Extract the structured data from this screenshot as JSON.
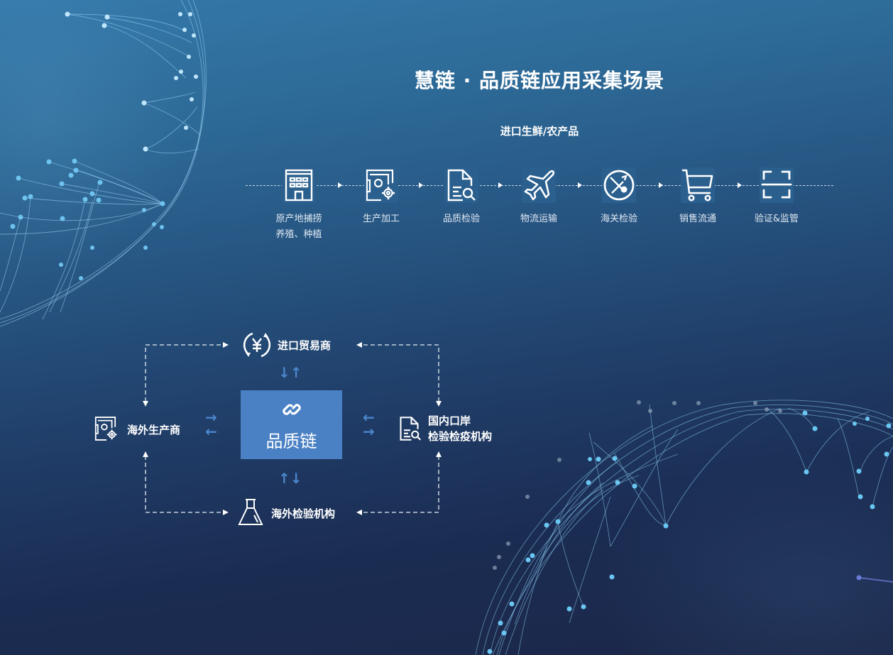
{
  "header": {
    "title": "慧链 · 品质链应用采集场景",
    "subtitle": "进口生鲜/农产品"
  },
  "flow": {
    "steps": [
      {
        "icon": "building-icon",
        "label_line1": "原产地捕捞",
        "label_line2": "养殖、种植"
      },
      {
        "icon": "factory-gear-icon",
        "label_line1": "生产加工",
        "label_line2": ""
      },
      {
        "icon": "document-search-icon",
        "label_line1": "品质检验",
        "label_line2": ""
      },
      {
        "icon": "airplane-icon",
        "label_line1": "物流运输",
        "label_line2": ""
      },
      {
        "icon": "customs-inspection-icon",
        "label_line1": "海关检验",
        "label_line2": ""
      },
      {
        "icon": "shopping-cart-icon",
        "label_line1": "销售流通",
        "label_line2": ""
      },
      {
        "icon": "scan-icon",
        "label_line1": "验证&监管",
        "label_line2": ""
      }
    ]
  },
  "diagram": {
    "core": {
      "icon": "link-icon",
      "label": "品质链"
    },
    "nodes": {
      "top": {
        "icon": "yuan-exchange-icon",
        "label": "进口贸易商"
      },
      "left": {
        "icon": "factory-gear-icon",
        "label": "海外生产商"
      },
      "right": {
        "icon": "document-search-icon",
        "label_line1": "国内口岸",
        "label_line2": "检验检疫机构"
      },
      "bottom": {
        "icon": "flask-icon",
        "label": "海外检验机构"
      }
    },
    "arrows": {
      "top": "↓↑",
      "bottom": "↑↓",
      "left_top": "→",
      "left_bottom": "←",
      "right_top": "←",
      "right_bottom": "→"
    }
  },
  "colors": {
    "bg_top": "#3479aa",
    "bg_bottom": "#1b2749",
    "core_box": "#4a80c4",
    "blue_arrow": "#4b86cc",
    "network_node": "#7cc8f0"
  }
}
